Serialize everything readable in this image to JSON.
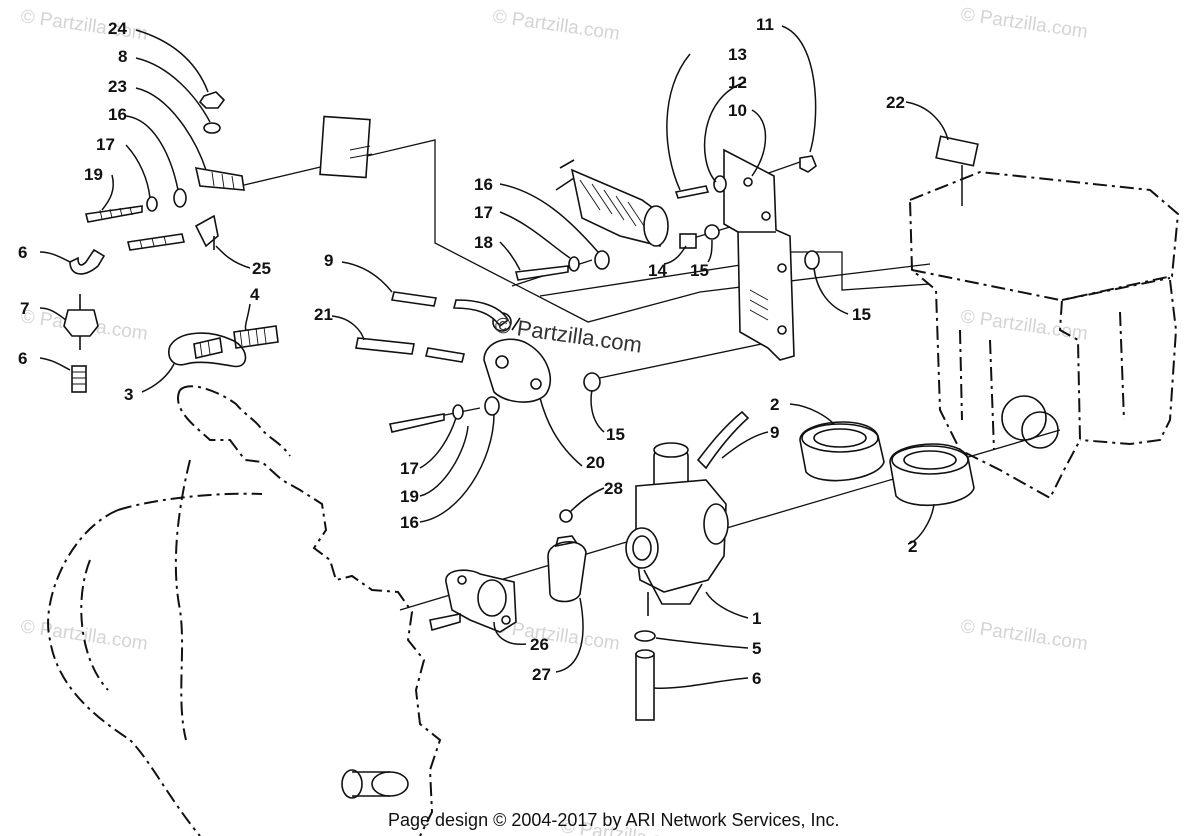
{
  "watermarks": [
    {
      "text": "© Partzilla.com"
    },
    {
      "text": "© Partzilla.com"
    },
    {
      "text": "© Partzilla.com"
    },
    {
      "text": "© Partzilla.com"
    },
    {
      "text": "© Partzilla.com"
    },
    {
      "text": "© Partzilla.com"
    },
    {
      "text": "© Partzilla.com"
    },
    {
      "text": "© Partzilla.com"
    },
    {
      "text": "© Partzilla.com"
    }
  ],
  "center_watermark": "© Partzilla.com",
  "footer": "Page design © 2004-2017 by ARI Network Services, Inc.",
  "callouts": [
    {
      "num": "24"
    },
    {
      "num": "8"
    },
    {
      "num": "23"
    },
    {
      "num": "16"
    },
    {
      "num": "17"
    },
    {
      "num": "19"
    },
    {
      "num": "6"
    },
    {
      "num": "25"
    },
    {
      "num": "7"
    },
    {
      "num": "6"
    },
    {
      "num": "4"
    },
    {
      "num": "3"
    },
    {
      "num": "9"
    },
    {
      "num": "21"
    },
    {
      "num": "16"
    },
    {
      "num": "17"
    },
    {
      "num": "18"
    },
    {
      "num": "14"
    },
    {
      "num": "15"
    },
    {
      "num": "11"
    },
    {
      "num": "13"
    },
    {
      "num": "12"
    },
    {
      "num": "10"
    },
    {
      "num": "15"
    },
    {
      "num": "22"
    },
    {
      "num": "15"
    },
    {
      "num": "20"
    },
    {
      "num": "17"
    },
    {
      "num": "19"
    },
    {
      "num": "16"
    },
    {
      "num": "28"
    },
    {
      "num": "9"
    },
    {
      "num": "2"
    },
    {
      "num": "2"
    },
    {
      "num": "1"
    },
    {
      "num": "5"
    },
    {
      "num": "6"
    },
    {
      "num": "26"
    },
    {
      "num": "27"
    }
  ]
}
